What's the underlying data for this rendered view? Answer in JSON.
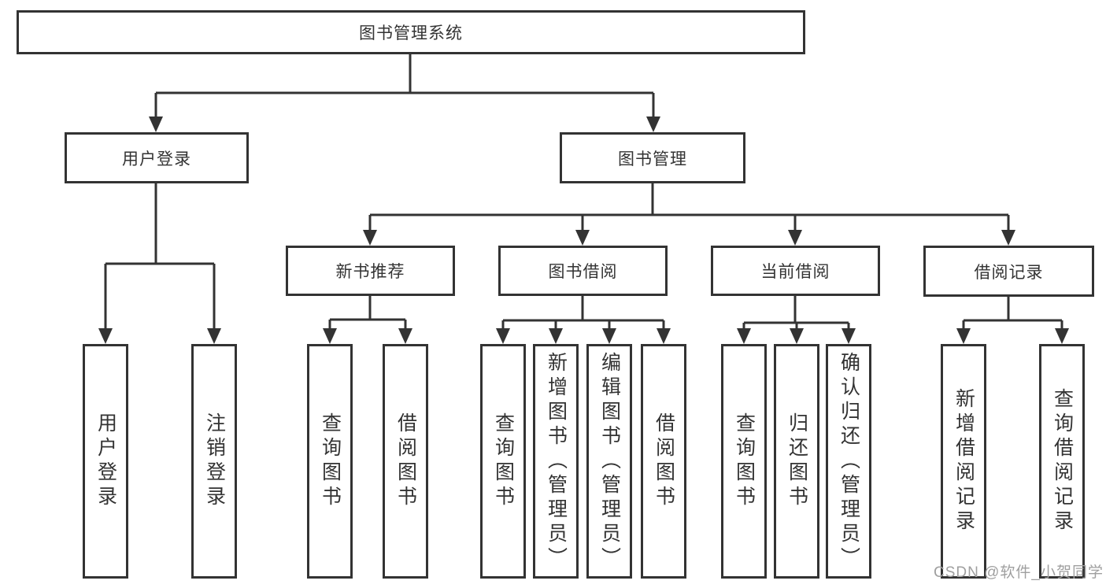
{
  "colors": {
    "line": "#333333",
    "text": "#333333",
    "box_background": "#ffffff",
    "page_background": "#ffffff",
    "watermark": "#9f9f9f"
  },
  "root": {
    "label": "图书管理系统"
  },
  "level1": {
    "user_login": "用户登录",
    "book_management": "图书管理"
  },
  "level2": {
    "new_book_recommend": "新书推荐",
    "book_borrow": "图书借阅",
    "current_borrow": "当前借阅",
    "borrow_record": "借阅记录"
  },
  "leaves": {
    "user_login": [
      "用户登录",
      "注销登录"
    ],
    "new_book_recommend": [
      "查询图书",
      "借阅图书"
    ],
    "book_borrow": [
      "查询图书",
      "新增图书（管理员）",
      "编辑图书（管理员）",
      "借阅图书"
    ],
    "current_borrow": [
      "查询图书",
      "归还图书",
      "确认归还（管理员）"
    ],
    "borrow_record": [
      "新增借阅记录",
      "查询借阅记录"
    ]
  },
  "watermark": {
    "text": "CSDN @软件_小贺同学"
  }
}
